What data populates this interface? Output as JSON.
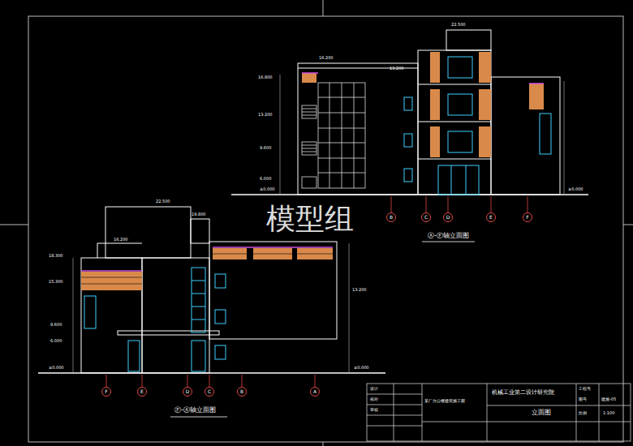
{
  "diagram": {
    "nodes": [
      {
        "text": [
          "B"
        ]
      },
      {
        "text": [
          "C"
        ]
      },
      {
        "text": [
          "D"
        ]
      },
      {
        "text": [
          "E"
        ]
      },
      {
        "text": [
          "F"
        ]
      },
      {
        "text": [
          "F"
        ]
      },
      {
        "text": [
          "E"
        ]
      },
      {
        "text": [
          "D"
        ]
      },
      {
        "text": [
          "C"
        ]
      },
      {
        "text": [
          "B"
        ]
      },
      {
        "text": [
          "A"
        ]
      }
    ],
    "labels": [
      "模型组",
      "Ⓐ-Ⓕ轴立面图",
      "Ⓕ-Ⓐ轴立面图",
      "22.500",
      "16.200",
      "13.200",
      "16.800",
      "13.200",
      "9.600",
      "6.000",
      "±0.000",
      "±0.000",
      "22.500",
      "19.800",
      "16.200",
      "18.300",
      "15.300",
      "9.600",
      "6.000",
      "±0.000",
      "±0.000",
      "13.200",
      "机械工业第二设计研究院",
      "某厂办公楼建筑施工图",
      "设计",
      "校对",
      "审核",
      "工程号",
      "图号",
      "建施-05",
      "立面图",
      "比例",
      "1:100"
    ]
  }
}
